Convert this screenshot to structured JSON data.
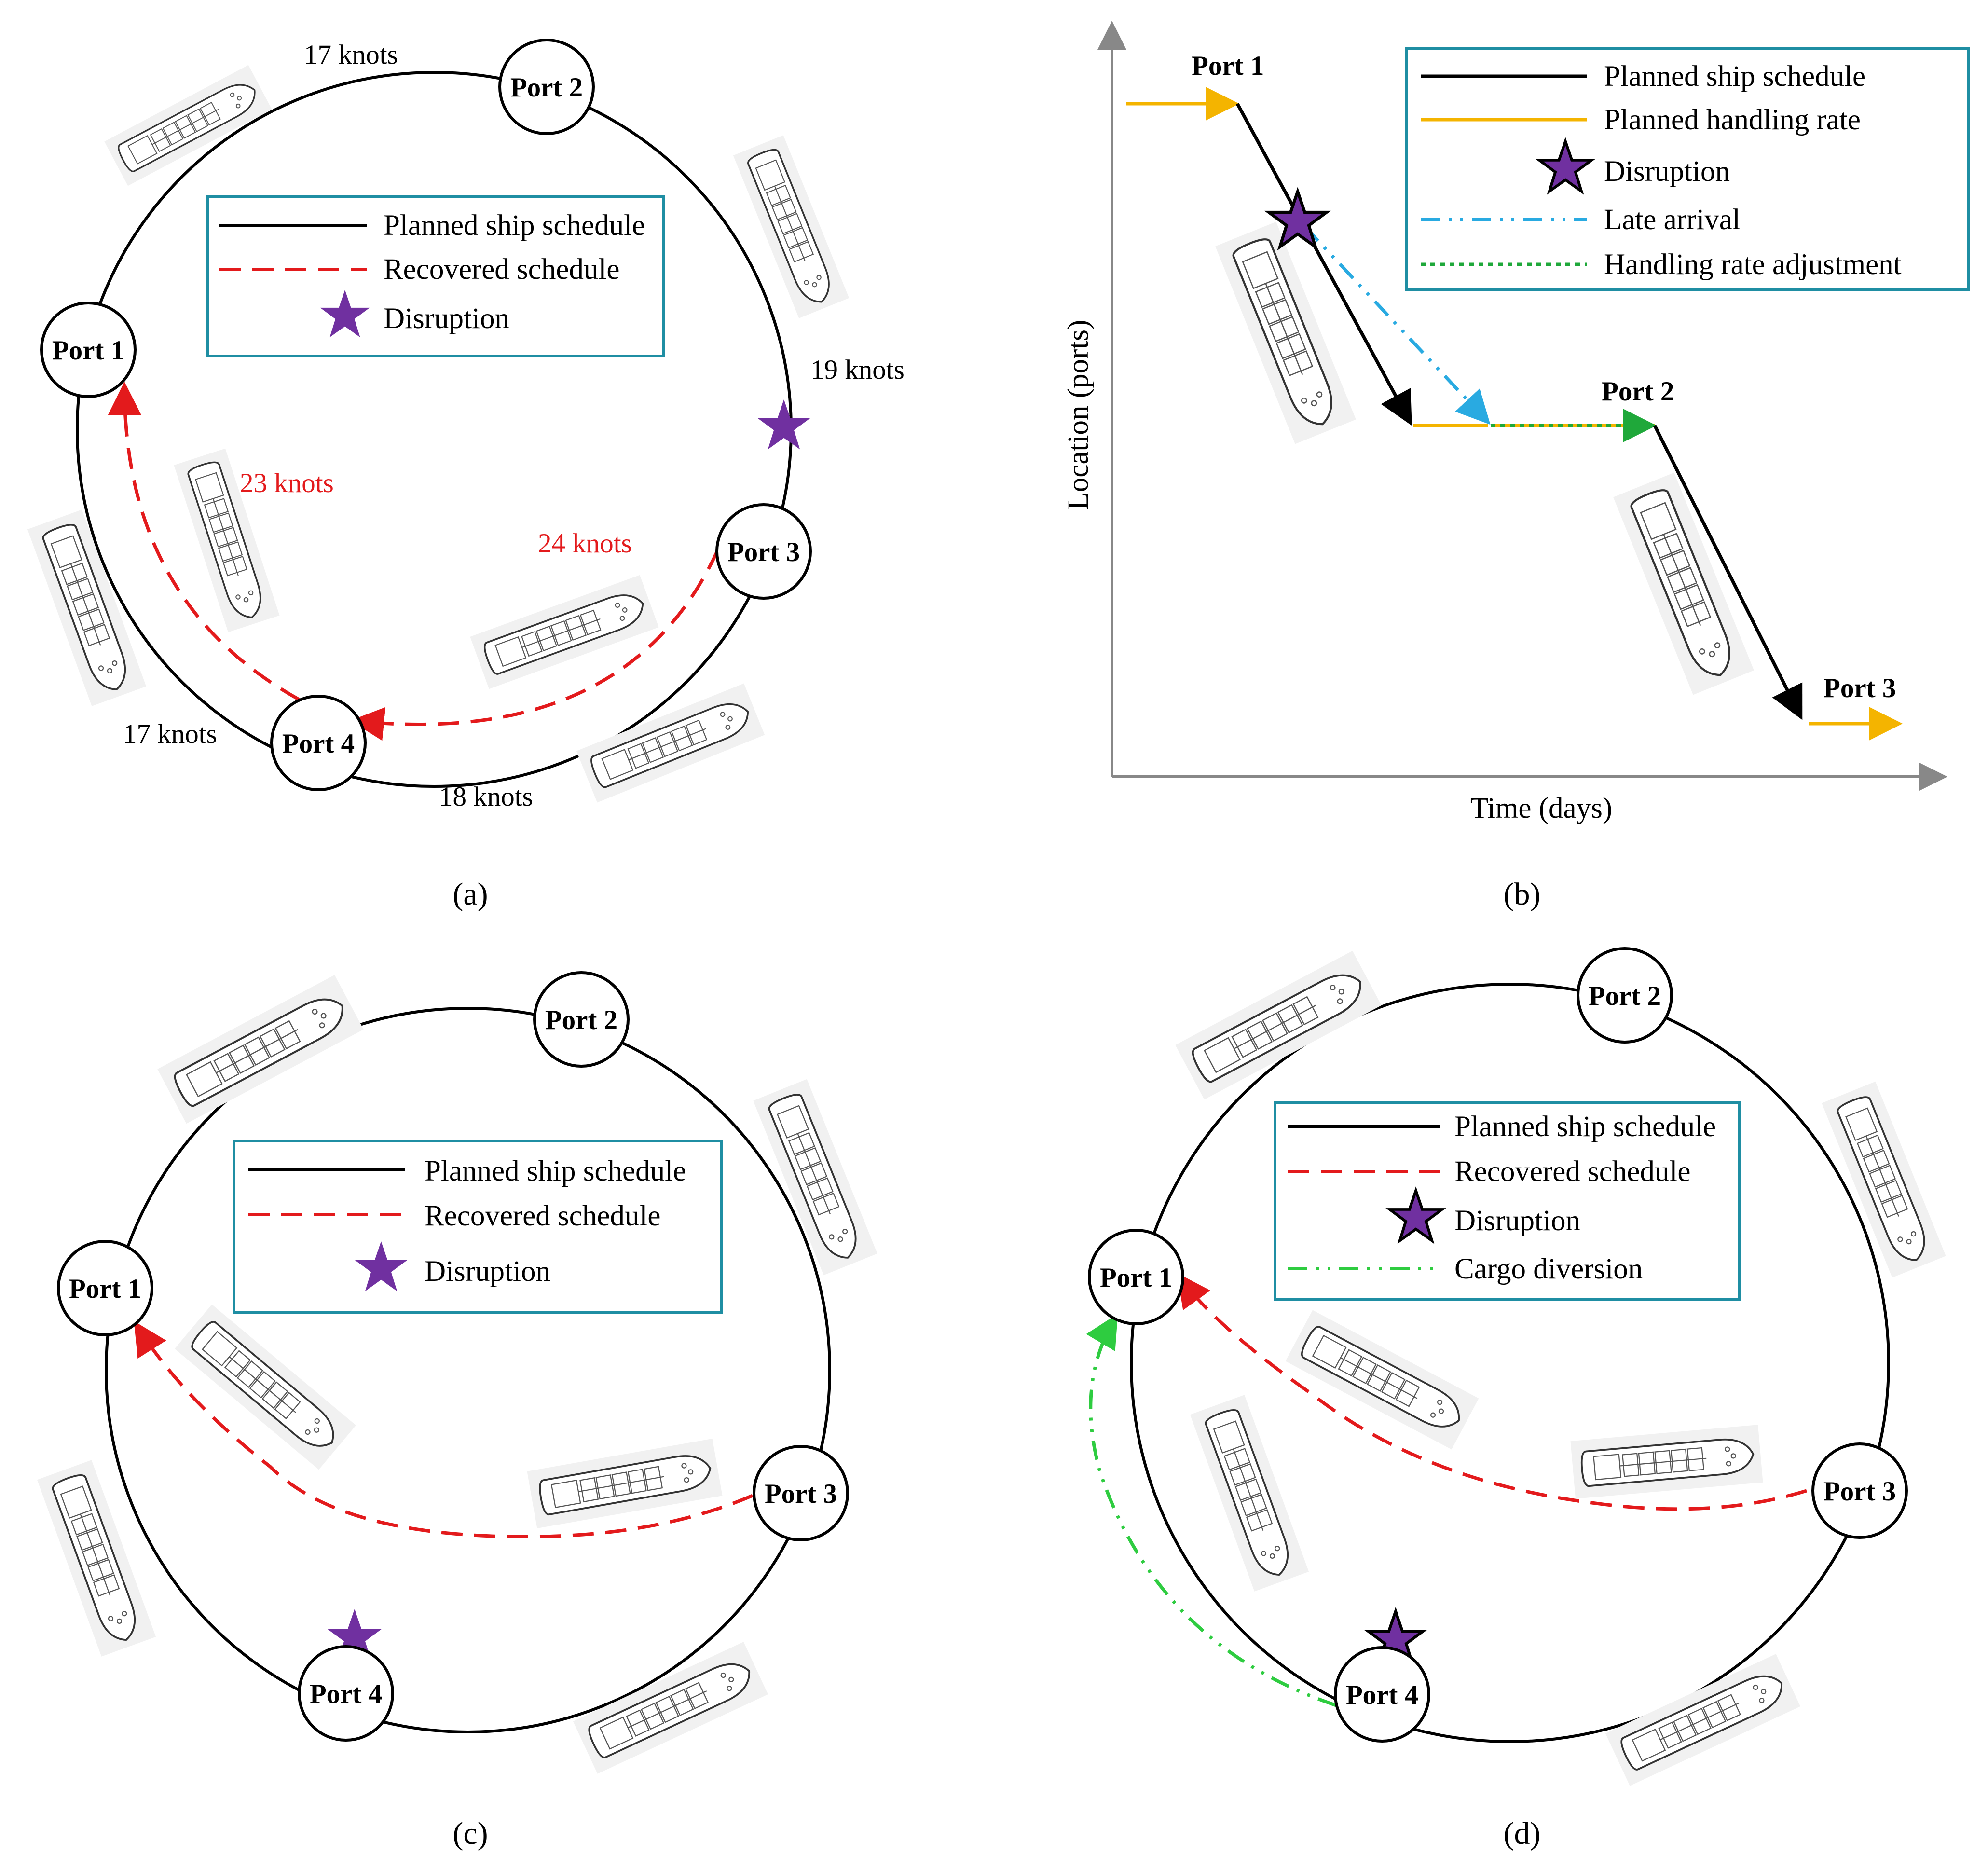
{
  "panel_a": {
    "label": "(a)",
    "ports": [
      "Port 1",
      "Port 2",
      "Port 3",
      "Port 4"
    ],
    "speeds": {
      "p4_p1_outer": "17 knots",
      "p1_p2": "17 knots",
      "p2_p3": "19 knots",
      "p3_p4": "18 knots",
      "recover_p3_p4": "24 knots",
      "recover_p4_p1": "23 knots"
    },
    "legend": [
      "Planned ship schedule",
      "Recovered schedule",
      "Disruption"
    ]
  },
  "panel_b": {
    "label": "(b)",
    "xlabel": "Time (days)",
    "ylabel": "Location (ports)",
    "ports": [
      "Port 1",
      "Port 2",
      "Port 3"
    ],
    "legend": [
      "Planned ship schedule",
      "Planned handling rate",
      "Disruption",
      "Late arrival",
      "Handling rate adjustment"
    ]
  },
  "panel_c": {
    "label": "(c)",
    "ports": [
      "Port 1",
      "Port 2",
      "Port 3",
      "Port 4"
    ],
    "legend": [
      "Planned ship schedule",
      "Recovered schedule",
      "Disruption"
    ]
  },
  "panel_d": {
    "label": "(d)",
    "ports": [
      "Port 1",
      "Port 2",
      "Port 3",
      "Port 4"
    ],
    "legend": [
      "Planned ship schedule",
      "Recovered schedule",
      "Disruption",
      "Cargo diversion"
    ]
  },
  "colors": {
    "planned": "#000000",
    "recovered": "#e31a1c",
    "disruption": "#7030a0",
    "handling": "#f4b400",
    "late": "#29aae1",
    "adjust": "#1fa83a",
    "diversion": "#2ecc40",
    "legend_border": "#1f8ea3",
    "axis": "#888888"
  }
}
